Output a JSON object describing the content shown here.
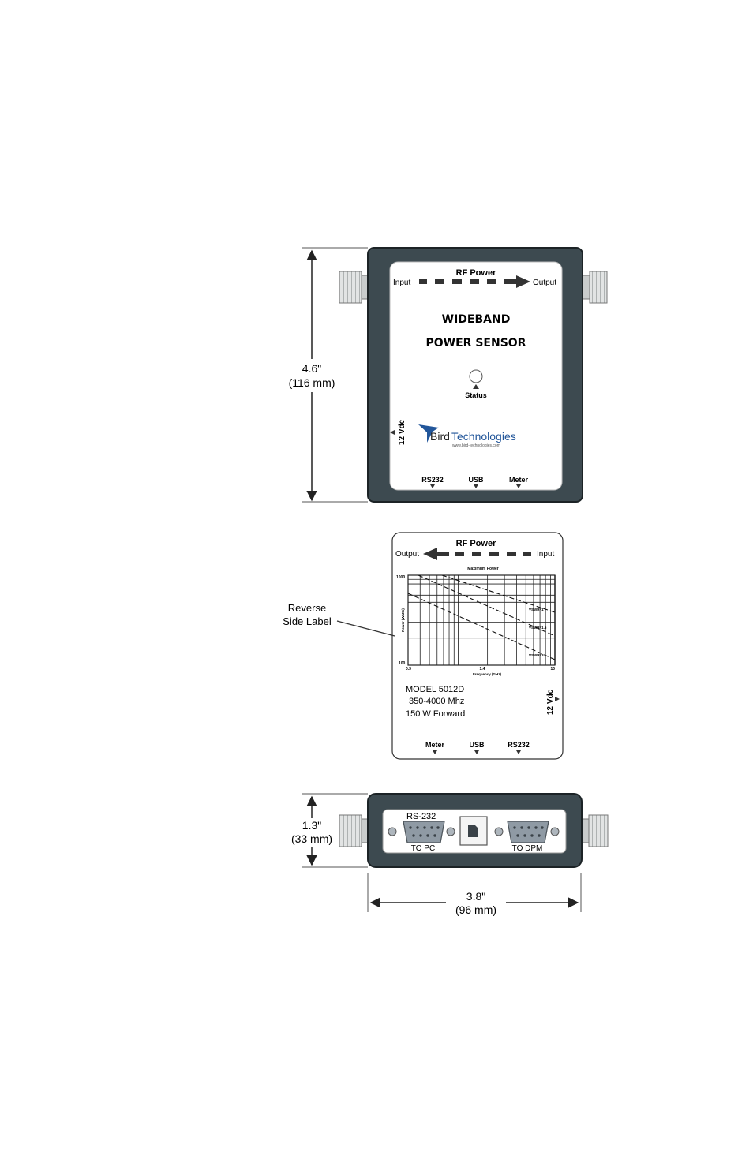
{
  "top_view": {
    "height_dim_in": "4.6\"",
    "height_dim_mm": "(116 mm)",
    "rf_power": "RF Power",
    "input": "Input",
    "output": "Output",
    "title_line1": "WIDEBAND",
    "title_line2": "POWER SENSOR",
    "status": "Status",
    "dc_label": "12 Vdc",
    "brand_bird": "Bird",
    "brand_tech": "Technologies",
    "brand_url": "www.bird-technologies.com",
    "port_rs232": "RS232",
    "port_usb": "USB",
    "port_meter": "Meter"
  },
  "reverse_view": {
    "callout_line1": "Reverse",
    "callout_line2": "Side Label",
    "rf_power": "RF Power",
    "output": "Output",
    "input": "Input",
    "chart_title": "Maximum Power",
    "y_axis_label": "Power (Watts)",
    "x_axis_label": "Frequency (GHz)",
    "y_top": "1000",
    "y_bottom": "100",
    "x_left": "0.3",
    "x_mid": "1.4",
    "x_right": "10",
    "curve_1": "VSWR=1",
    "curve_2": "VSWR=1.5",
    "curve_3": "VSWR=3",
    "model": "MODEL 5012D",
    "range": "350-4000 Mhz",
    "forward": "150 W Forward",
    "dc_label": "12 Vdc",
    "port_meter": "Meter",
    "port_usb": "USB",
    "port_rs232": "RS232"
  },
  "end_view": {
    "height_dim_in": "1.3\"",
    "height_dim_mm": "(33 mm)",
    "rs232": "RS-232",
    "to_pc": "TO PC",
    "to_dpm": "TO DPM",
    "width_dim_in": "3.8\"",
    "width_dim_mm": "(96 mm)"
  },
  "colors": {
    "housing": "#3d4a50",
    "housing_edge": "#1c2326",
    "connector": "#d9dcdc",
    "panel": "#ffffff",
    "logo_blue": "#22569a"
  }
}
